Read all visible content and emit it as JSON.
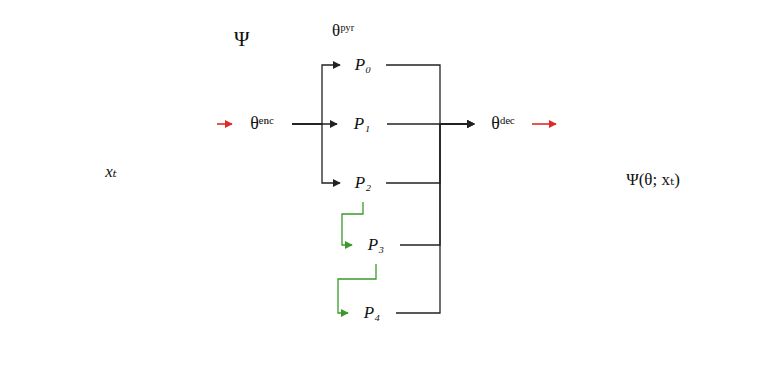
{
  "diagram": {
    "nodes": [
      {
        "text": [
          "xₜ"
        ]
      },
      {
        "text": [
          "Ψ"
        ]
      },
      {
        "text": [
          "θᵉⁿᶜ"
        ],
        "in": 1
      },
      {
        "text": [
          "θᵖʸʳ"
        ],
        "in": 1
      },
      {
        "text": [
          "P₀"
        ],
        "in": 3
      },
      {
        "text": [
          "P₁"
        ],
        "in": 3
      },
      {
        "text": [
          "P₂"
        ],
        "in": 3
      },
      {
        "text": [
          "P₃"
        ],
        "in": 3
      },
      {
        "text": [
          "P₄"
        ],
        "in": 3
      },
      {
        "text": [
          "θᵈᵉᶜ"
        ],
        "in": 1
      },
      {
        "text": [
          "Ψ(θ; xₜ)"
        ]
      }
    ],
    "edges": [
      {
        "from": 0,
        "to": 2,
        "arrow": "to"
      },
      {
        "from": 2,
        "to": 4,
        "arrow": "to"
      },
      {
        "from": 2,
        "to": 5,
        "arrow": "to"
      },
      {
        "from": 2,
        "to": 6,
        "arrow": "to"
      },
      {
        "from": 6,
        "to": 7,
        "arrow": "to"
      },
      {
        "from": 7,
        "to": 8,
        "arrow": "to"
      },
      {
        "from": 4,
        "to": 9,
        "arrow": "to"
      },
      {
        "from": 5,
        "to": 9,
        "arrow": "to"
      },
      {
        "from": 6,
        "to": 9,
        "arrow": "to"
      },
      {
        "from": 7,
        "to": 9,
        "arrow": "to"
      },
      {
        "from": 8,
        "to": 9,
        "arrow": "to"
      },
      {
        "from": 9,
        "to": 10,
        "arrow": "to"
      }
    ]
  }
}
